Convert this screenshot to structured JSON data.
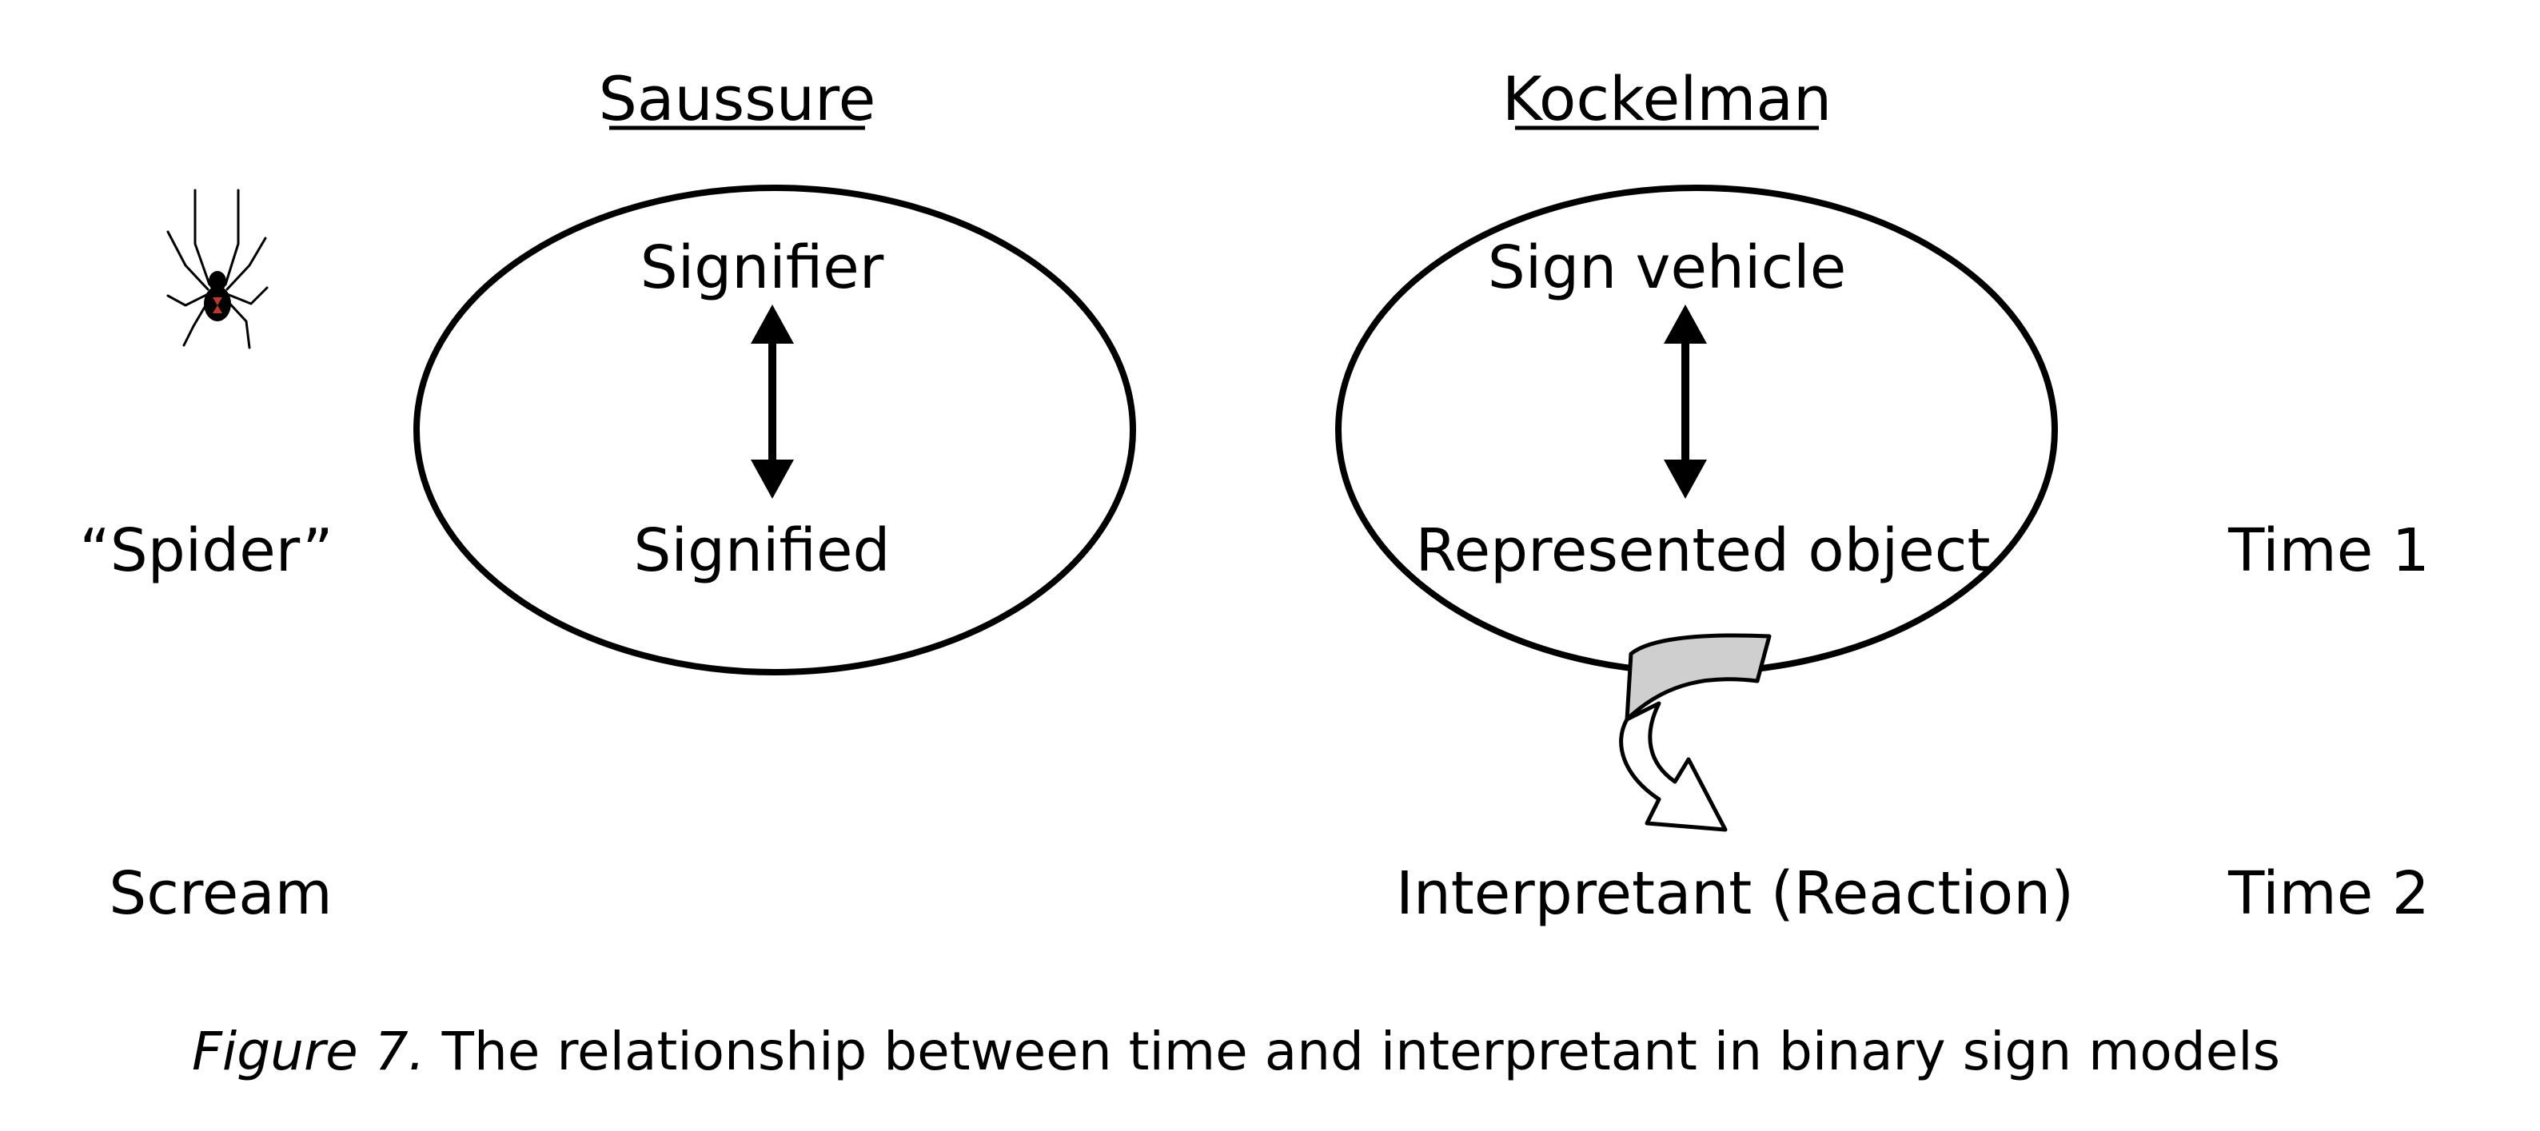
{
  "headings": {
    "left": "Saussure",
    "right": "Kockelman"
  },
  "saussure": {
    "top_label": "Signifier",
    "bottom_label": "Signified"
  },
  "kockelman": {
    "top_label": "Sign vehicle",
    "bottom_label": "Represented object",
    "reaction_label": "Interpretant (Reaction)"
  },
  "examples": {
    "word": "“Spider”",
    "reaction": "Scream"
  },
  "time_labels": {
    "time1": "Time 1",
    "time2": "Time 2"
  },
  "caption": {
    "figure_label": "Figure 7.",
    "text": " The relationship between time and interpretant in binary sign models"
  },
  "icons": {
    "spider": "spider-icon",
    "double_arrow": "double-arrow-icon",
    "curved_arrow": "curved-arrow-icon"
  },
  "colors": {
    "ink": "#000000",
    "background": "#ffffff",
    "spider_mark": "#c0392b",
    "arrow_band": "#cfcfcf"
  }
}
